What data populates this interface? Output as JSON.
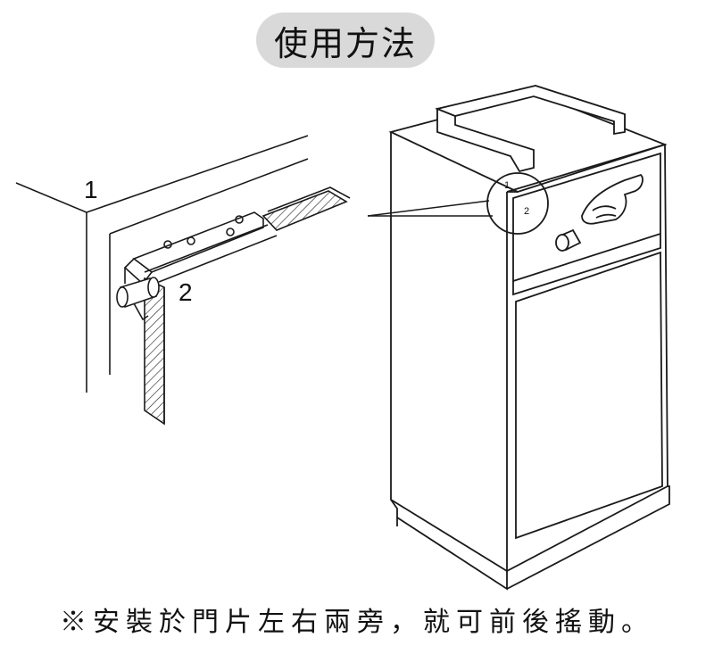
{
  "title": "使用方法",
  "labels": {
    "detail_1": "1",
    "detail_2": "2",
    "callout_1": "1",
    "callout_2": "2"
  },
  "caption": "※安裝於門片左右兩旁，就可前後搖動。",
  "colors": {
    "line": "#1a1a1a",
    "title_bg": "#d9d9d9"
  }
}
